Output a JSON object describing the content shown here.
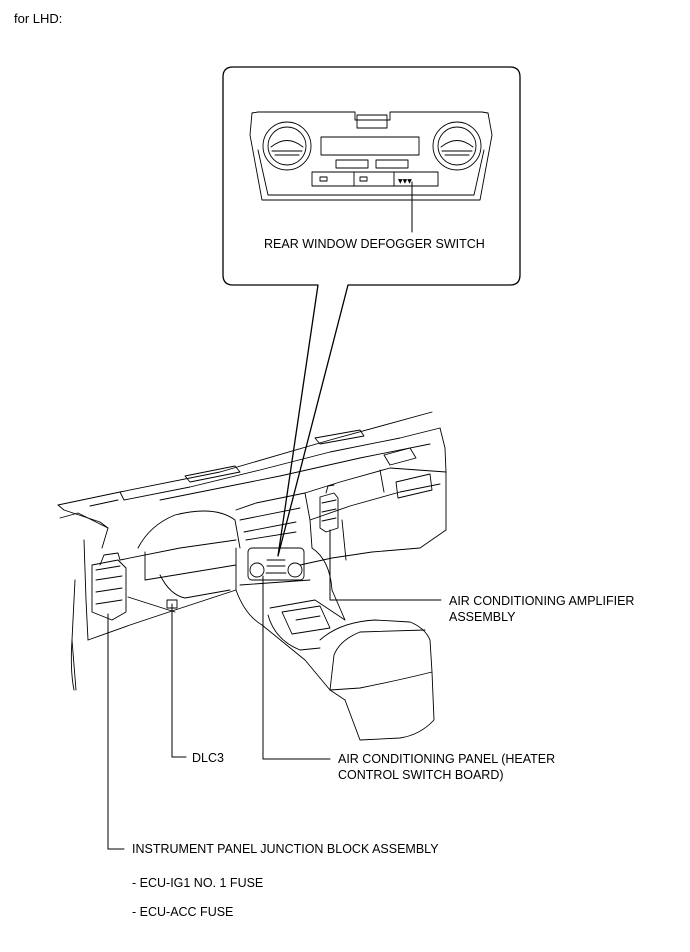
{
  "header": {
    "variant": "for LHD:"
  },
  "callout": {
    "switch_label": "REAR WINDOW DEFOGGER SWITCH",
    "button_glyph": "▼▼▼"
  },
  "labels": {
    "ac_amplifier": [
      "AIR CONDITIONING AMPLIFIER",
      "ASSEMBLY"
    ],
    "dlc3": "DLC3",
    "ac_panel": [
      "AIR CONDITIONING PANEL (HEATER",
      "CONTROL SWITCH BOARD)"
    ],
    "junction_block": "INSTRUMENT PANEL JUNCTION BLOCK ASSEMBLY"
  },
  "fuses": [
    "- ECU-IG1 NO. 1 FUSE",
    "- ECU-ACC FUSE"
  ],
  "colors": {
    "ink": "#000000",
    "background": "#ffffff"
  }
}
